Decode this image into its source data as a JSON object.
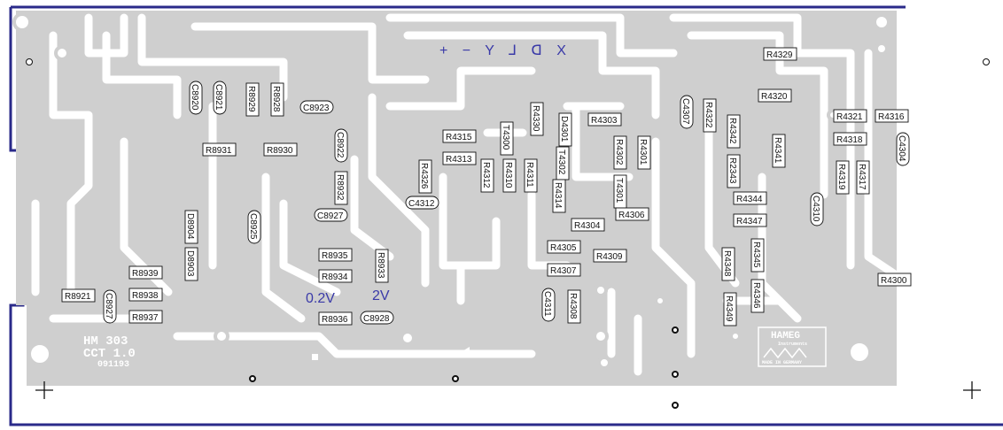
{
  "header_marks": "+ − Y ⅃ ᗡ X",
  "voltages": {
    "v1": "0.2V",
    "v2": "2V"
  },
  "silkscreen": {
    "model": "HM 303",
    "cct": "CCT 1.0",
    "code": "091193"
  },
  "logo": {
    "brand": "HAMEG",
    "sub": "Instruments",
    "made": "MADE IN GERMANY"
  },
  "components": [
    {
      "id": "R4329",
      "ref": "R4329"
    },
    {
      "id": "R4320",
      "ref": "R4320"
    },
    {
      "id": "R4321",
      "ref": "R4321"
    },
    {
      "id": "R4316",
      "ref": "R4316"
    },
    {
      "id": "R4318",
      "ref": "R4318"
    },
    {
      "id": "C4304",
      "ref": "C4304"
    },
    {
      "id": "R4319",
      "ref": "R4319"
    },
    {
      "id": "R4317",
      "ref": "R4317"
    },
    {
      "id": "C4310",
      "ref": "C4310"
    },
    {
      "id": "R4344",
      "ref": "R4344"
    },
    {
      "id": "R4347",
      "ref": "R4347"
    },
    {
      "id": "R4345",
      "ref": "R4345"
    },
    {
      "id": "R4348",
      "ref": "R4348"
    },
    {
      "id": "R4346",
      "ref": "R4346"
    },
    {
      "id": "R4349",
      "ref": "R4349"
    },
    {
      "id": "R4300",
      "ref": "R4300"
    },
    {
      "id": "C4307",
      "ref": "C4307"
    },
    {
      "id": "R4322",
      "ref": "R4322"
    },
    {
      "id": "R4342",
      "ref": "R4342"
    },
    {
      "id": "R4341",
      "ref": "R4341"
    },
    {
      "id": "R2343",
      "ref": "R2343"
    },
    {
      "id": "R4330",
      "ref": "R4330"
    },
    {
      "id": "D4301",
      "ref": "D4301"
    },
    {
      "id": "R4303",
      "ref": "R4303"
    },
    {
      "id": "R4315",
      "ref": "R4315"
    },
    {
      "id": "T4300",
      "ref": "T4300"
    },
    {
      "id": "R4313",
      "ref": "R4313"
    },
    {
      "id": "R4302",
      "ref": "R4302"
    },
    {
      "id": "R4301",
      "ref": "R4301"
    },
    {
      "id": "T4302",
      "ref": "T4302"
    },
    {
      "id": "R4326",
      "ref": "R4326"
    },
    {
      "id": "R4312",
      "ref": "R4312"
    },
    {
      "id": "R4310",
      "ref": "R4310"
    },
    {
      "id": "R4311",
      "ref": "R4311"
    },
    {
      "id": "R4314",
      "ref": "R4314"
    },
    {
      "id": "T4301",
      "ref": "T4301"
    },
    {
      "id": "R4306",
      "ref": "R4306"
    },
    {
      "id": "C4312",
      "ref": "C4312"
    },
    {
      "id": "R4304",
      "ref": "R4304"
    },
    {
      "id": "R4305",
      "ref": "R4305"
    },
    {
      "id": "R4309",
      "ref": "R4309"
    },
    {
      "id": "R4307",
      "ref": "R4307"
    },
    {
      "id": "C4311",
      "ref": "C4311"
    },
    {
      "id": "R4308",
      "ref": "R4308"
    },
    {
      "id": "C8920",
      "ref": "C8920"
    },
    {
      "id": "C8921",
      "ref": "C8921"
    },
    {
      "id": "R8929",
      "ref": "R8929"
    },
    {
      "id": "R8928",
      "ref": "R8928"
    },
    {
      "id": "C8923",
      "ref": "C8923"
    },
    {
      "id": "R8931",
      "ref": "R8931"
    },
    {
      "id": "R8930",
      "ref": "R8930"
    },
    {
      "id": "C8922",
      "ref": "C8922"
    },
    {
      "id": "R8932",
      "ref": "R8932"
    },
    {
      "id": "C8927",
      "ref": "C8927"
    },
    {
      "id": "D8904",
      "ref": "D8904"
    },
    {
      "id": "C8925",
      "ref": "C8925"
    },
    {
      "id": "D8903",
      "ref": "D8903"
    },
    {
      "id": "R8935",
      "ref": "R8935"
    },
    {
      "id": "R8933",
      "ref": "R8933"
    },
    {
      "id": "R8934",
      "ref": "R8934"
    },
    {
      "id": "R8939",
      "ref": "R8939"
    },
    {
      "id": "R8938",
      "ref": "R8938"
    },
    {
      "id": "R8921",
      "ref": "R8921"
    },
    {
      "id": "C8927b",
      "ref": "C8927"
    },
    {
      "id": "R8937",
      "ref": "R8937"
    },
    {
      "id": "R8936",
      "ref": "R8936"
    },
    {
      "id": "C8928",
      "ref": "C8928"
    }
  ]
}
